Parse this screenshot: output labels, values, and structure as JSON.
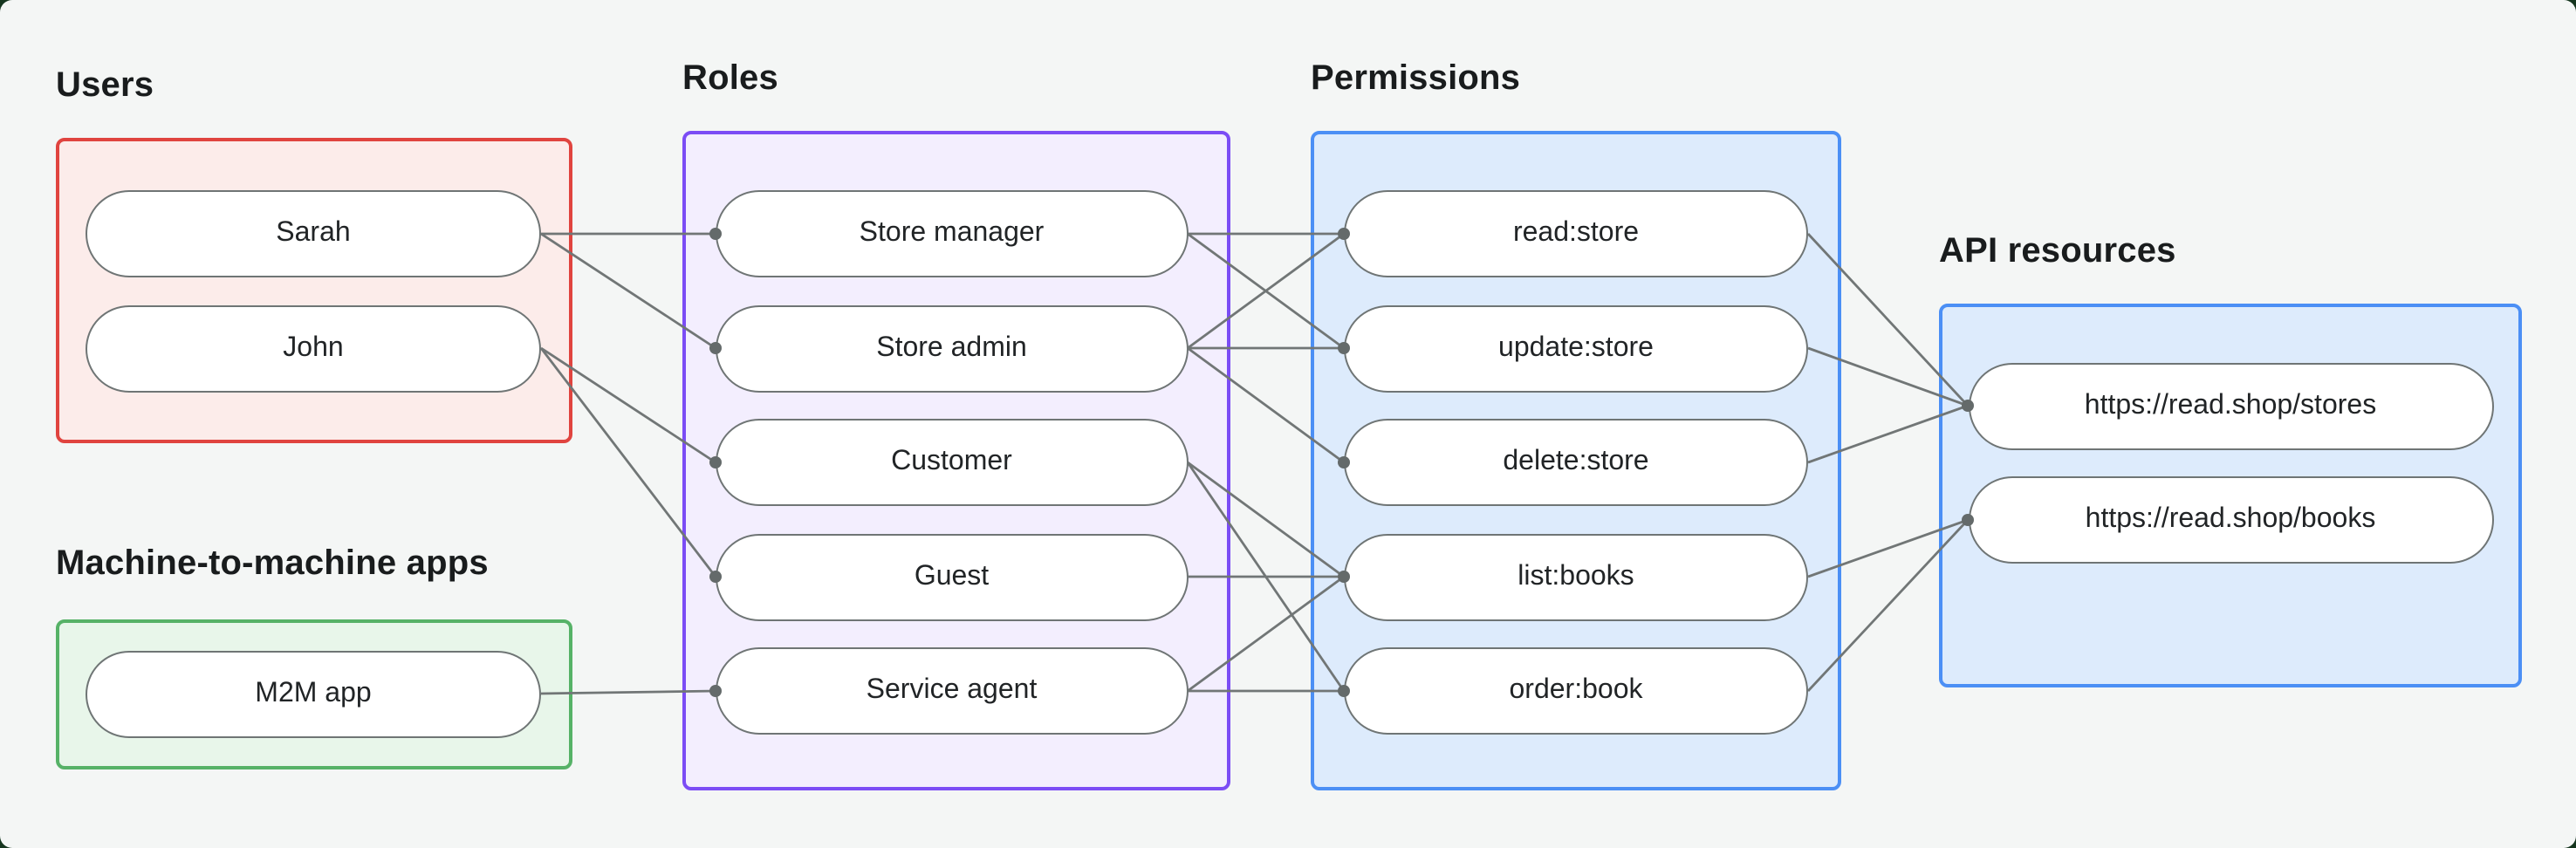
{
  "diagram": {
    "outer_background_color": "#16361f",
    "canvas_color": "#f4f6f5",
    "edge_color": "#717676",
    "dot_color": "#646a6a",
    "node_border_color": "#6f7575",
    "sections": {
      "users": {
        "label": "Users",
        "border_color": "#e0443f",
        "fill_color": "#fcecea",
        "nodes": [
          {
            "id": "sarah",
            "label": "Sarah"
          },
          {
            "id": "john",
            "label": "John"
          }
        ]
      },
      "m2m": {
        "label": "Machine-to-machine apps",
        "border_color": "#56b267",
        "fill_color": "#e8f6ea",
        "nodes": [
          {
            "id": "m2m-app",
            "label": "M2M app"
          }
        ]
      },
      "roles": {
        "label": "Roles",
        "border_color": "#7b4cf5",
        "fill_color": "#f3eefe",
        "nodes": [
          {
            "id": "store-manager",
            "label": "Store manager"
          },
          {
            "id": "store-admin",
            "label": "Store admin"
          },
          {
            "id": "customer",
            "label": "Customer"
          },
          {
            "id": "guest",
            "label": "Guest"
          },
          {
            "id": "service-agent",
            "label": "Service agent"
          }
        ]
      },
      "permissions": {
        "label": "Permissions",
        "border_color": "#4b8ff5",
        "fill_color": "#ddebfc",
        "nodes": [
          {
            "id": "read-store",
            "label": "read:store"
          },
          {
            "id": "update-store",
            "label": "update:store"
          },
          {
            "id": "delete-store",
            "label": "delete:store"
          },
          {
            "id": "list-books",
            "label": "list:books"
          },
          {
            "id": "order-book",
            "label": "order:book"
          }
        ]
      },
      "api": {
        "label": "API resources",
        "border_color": "#4b8ff5",
        "fill_color": "#ddebfc",
        "nodes": [
          {
            "id": "stores",
            "label": "https://read.shop/stores"
          },
          {
            "id": "books",
            "label": "https://read.shop/books"
          }
        ]
      }
    },
    "edges": [
      {
        "from": "sarah",
        "to": "store-manager"
      },
      {
        "from": "sarah",
        "to": "store-admin"
      },
      {
        "from": "john",
        "to": "customer"
      },
      {
        "from": "john",
        "to": "guest"
      },
      {
        "from": "m2m-app",
        "to": "service-agent"
      },
      {
        "from": "store-manager",
        "to": "read-store"
      },
      {
        "from": "store-manager",
        "to": "update-store"
      },
      {
        "from": "store-admin",
        "to": "read-store"
      },
      {
        "from": "store-admin",
        "to": "update-store"
      },
      {
        "from": "store-admin",
        "to": "delete-store"
      },
      {
        "from": "customer",
        "to": "list-books"
      },
      {
        "from": "customer",
        "to": "order-book"
      },
      {
        "from": "guest",
        "to": "list-books"
      },
      {
        "from": "service-agent",
        "to": "list-books"
      },
      {
        "from": "service-agent",
        "to": "order-book"
      },
      {
        "from": "read-store",
        "to": "stores"
      },
      {
        "from": "update-store",
        "to": "stores"
      },
      {
        "from": "delete-store",
        "to": "stores"
      },
      {
        "from": "list-books",
        "to": "books"
      },
      {
        "from": "order-book",
        "to": "books"
      }
    ]
  }
}
